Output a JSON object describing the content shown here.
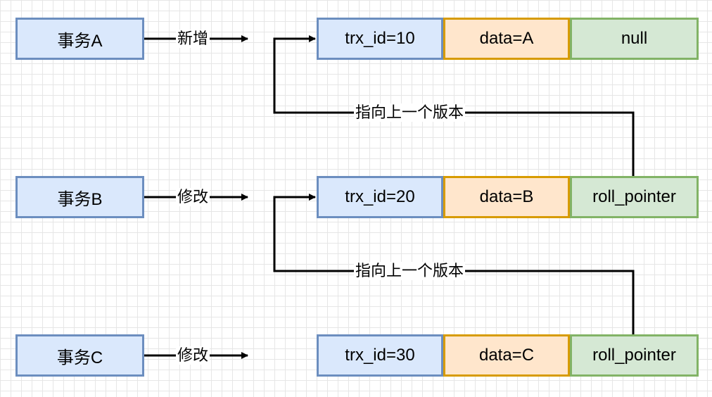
{
  "rows": [
    {
      "transaction": "事务A",
      "action": "新增",
      "trx_id": "trx_id=10",
      "data": "data=A",
      "pointer": "null"
    },
    {
      "transaction": "事务B",
      "action": "修改",
      "trx_id": "trx_id=20",
      "data": "data=B",
      "pointer": "roll_pointer"
    },
    {
      "transaction": "事务C",
      "action": "修改",
      "trx_id": "trx_id=30",
      "data": "data=C",
      "pointer": "roll_pointer"
    }
  ],
  "links": [
    {
      "label": "指向上一个版本"
    },
    {
      "label": "指向上一个版本"
    }
  ],
  "colors": {
    "transaction_fill": "#dae8fc",
    "transaction_stroke": "#6c8ebf",
    "data_fill": "#ffe6cc",
    "data_stroke": "#d79b00",
    "pointer_fill": "#d5e8d4",
    "pointer_stroke": "#82b366"
  }
}
